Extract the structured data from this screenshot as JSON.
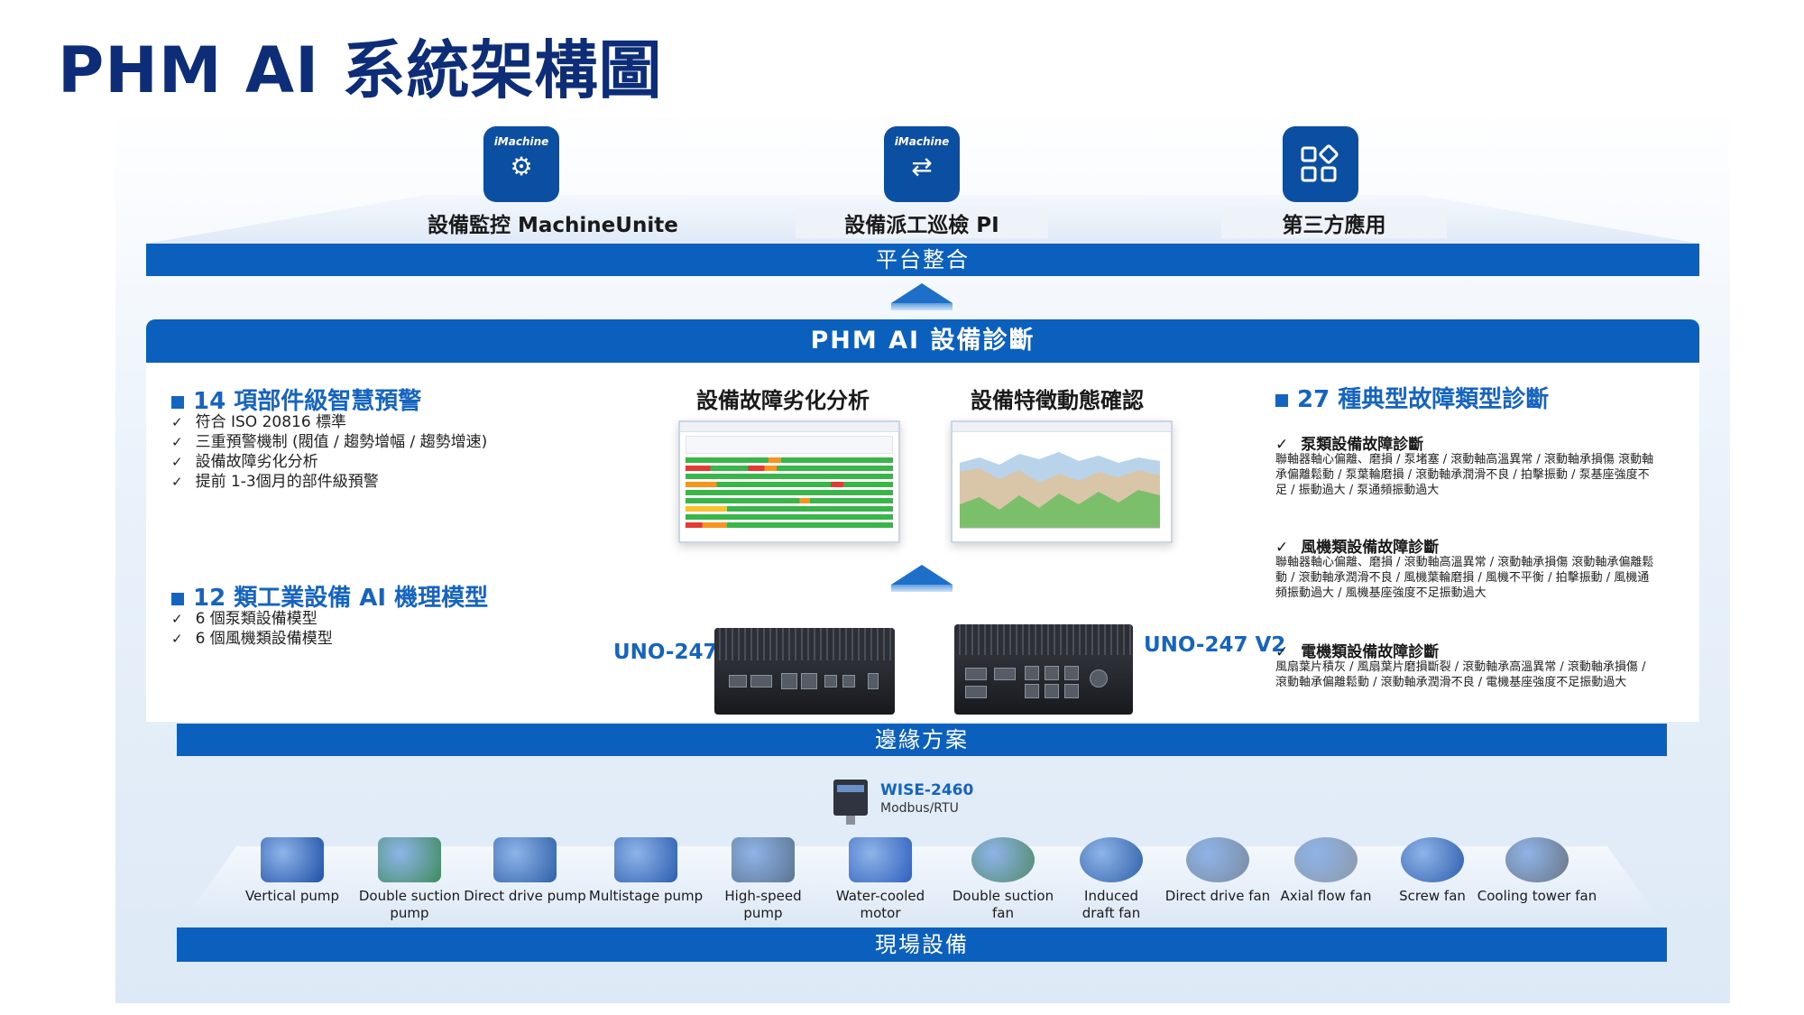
{
  "title": "PHM AI 系統架構圖",
  "platform": {
    "apps": [
      {
        "brand": "iMachine",
        "label": "設備監控 MachineUnite",
        "icon": "machine-monitor-icon"
      },
      {
        "brand": "iMachine",
        "label": "設備派工巡檢 PI",
        "icon": "dispatch-inspection-icon"
      },
      {
        "brand": "",
        "label": "第三方應用",
        "icon": "app-grid-icon"
      }
    ],
    "band_label": "平台整合"
  },
  "phm": {
    "band_label": "PHM AI 設備診斷",
    "left": {
      "section1": {
        "title": "14 項部件級智慧預警",
        "items": [
          "符合 ISO 20816 標準",
          "三重預警機制 (閥值 / 趨勢增幅 / 趨勢增速)",
          "設備故障劣化分析",
          "提前 1-3個月的部件級預警"
        ]
      },
      "section2": {
        "title": "12 類工業設備 AI 機理模型",
        "items": [
          "6 個泵類設備模型",
          "6 個風機類設備模型"
        ]
      }
    },
    "center": {
      "analysis_titles": [
        "設備故障劣化分析",
        "設備特徵動態確認"
      ],
      "devices": [
        "UNO-247",
        "UNO-247 V2"
      ]
    },
    "right": {
      "title": "27 種典型故障類型診斷",
      "groups": [
        {
          "title": "泵類設備故障診斷",
          "desc": "聯軸器軸心偏離、磨損 / 泵堵塞 / 滾動軸高溫異常 / 滾動軸承損傷 滾動軸承偏離鬆動 / 泵葉輪磨損 / 滾動軸承潤滑不良 / 拍擊振動 / 泵基座強度不足 / 振動過大 / 泵通頻振動過大"
        },
        {
          "title": "風機類設備故障診斷",
          "desc": "聯軸器軸心偏離、磨損 / 滾動軸高溫異常 / 滾動軸承損傷 滾動軸承偏離鬆動 / 滾動軸承潤滑不良 / 風機葉輪磨損 / 風機不平衡 / 拍擊振動 / 風機通頻振動過大 / 風機基座強度不足振動過大"
        },
        {
          "title": "電機類設備故障診斷",
          "desc": "風扇葉片積灰 / 風扇葉片磨損斷裂 / 滾動軸承高溫異常 / 滾動軸承損傷 / 滾動軸承偏離鬆動 / 滾動軸承潤滑不良 / 電機基座強度不足振動過大"
        }
      ]
    }
  },
  "edge": {
    "band_label": "邊緣方案"
  },
  "sensor": {
    "name": "WISE-2460",
    "protocol": "Modbus/RTU"
  },
  "field": {
    "band_label": "現場設備",
    "equipment": [
      {
        "line1": "Vertical pump",
        "line2": ""
      },
      {
        "line1": "Double suction",
        "line2": "pump"
      },
      {
        "line1": "Direct drive pump",
        "line2": ""
      },
      {
        "line1": "Multistage pump",
        "line2": ""
      },
      {
        "line1": "High-speed",
        "line2": "pump"
      },
      {
        "line1": "Water-cooled motor",
        "line2": ""
      },
      {
        "line1": "Double suction fan",
        "line2": ""
      },
      {
        "line1": "Induced",
        "line2": "draft fan"
      },
      {
        "line1": "Direct drive fan",
        "line2": ""
      },
      {
        "line1": "Axial flow fan",
        "line2": ""
      },
      {
        "line1": "Screw fan",
        "line2": ""
      },
      {
        "line1": "Cooling tower fan",
        "line2": ""
      }
    ]
  },
  "colors": {
    "title": "#0d2d78",
    "band": "#0b5fbd",
    "accent": "#1565c0"
  }
}
